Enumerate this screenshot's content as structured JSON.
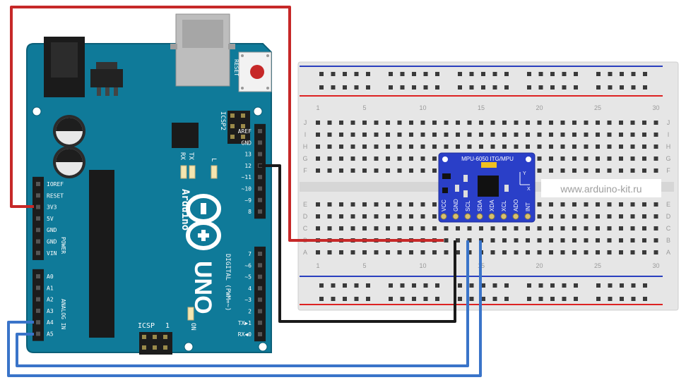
{
  "arduino": {
    "brand": "Arduino",
    "model": "UNO",
    "reset_label": "RESET",
    "icsp2_label": "ICSP2",
    "icsp_label": "ICSP",
    "icsp_pin1": "1",
    "tx_label": "TX",
    "rx_label": "RX",
    "l_label": "L",
    "on_label": "ON",
    "digital_label": "DIGITAL (PWM=~)",
    "power_header_label": "POWER",
    "analog_header_label": "ANALOG IN",
    "power_pins": [
      "IOREF",
      "RESET",
      "3V3",
      "5V",
      "GND",
      "GND",
      "VIN"
    ],
    "analog_pins": [
      "A0",
      "A1",
      "A2",
      "A3",
      "A4",
      "A5"
    ],
    "digital_top_pins": [
      "AREF",
      "GND",
      "13",
      "12",
      "~11",
      "~10",
      "~9",
      "8"
    ],
    "digital_bottom_pins": [
      "7",
      "~6",
      "~5",
      "4",
      "~3",
      "2",
      "TX▶1",
      "RX◀0"
    ]
  },
  "breadboard": {
    "column_numbers": [
      "1",
      "5",
      "10",
      "15",
      "20",
      "25",
      "30"
    ],
    "row_letters_top": [
      "J",
      "I",
      "H",
      "G",
      "F"
    ],
    "row_letters_bottom": [
      "E",
      "D",
      "C",
      "B",
      "A"
    ]
  },
  "sensor": {
    "title": "MPU-6050 ITG/MPU",
    "pins": [
      "VCC",
      "GND",
      "SCL",
      "SDA",
      "XDA",
      "XCL",
      "ADO",
      "INT"
    ],
    "axis_y": "Y",
    "axis_x": "X"
  },
  "watermark": "www.arduino-kit.ru",
  "colors": {
    "board": "#0f7a99",
    "board_edge": "#0b5f78",
    "breadboard": "#e6e6e6",
    "sensor": "#2a3fc8",
    "wire_red": "#c62828",
    "wire_black": "#1a1a1a",
    "wire_blue": "#3a74c9",
    "rail_red": "#d22",
    "rail_blue": "#2a3fbf"
  }
}
